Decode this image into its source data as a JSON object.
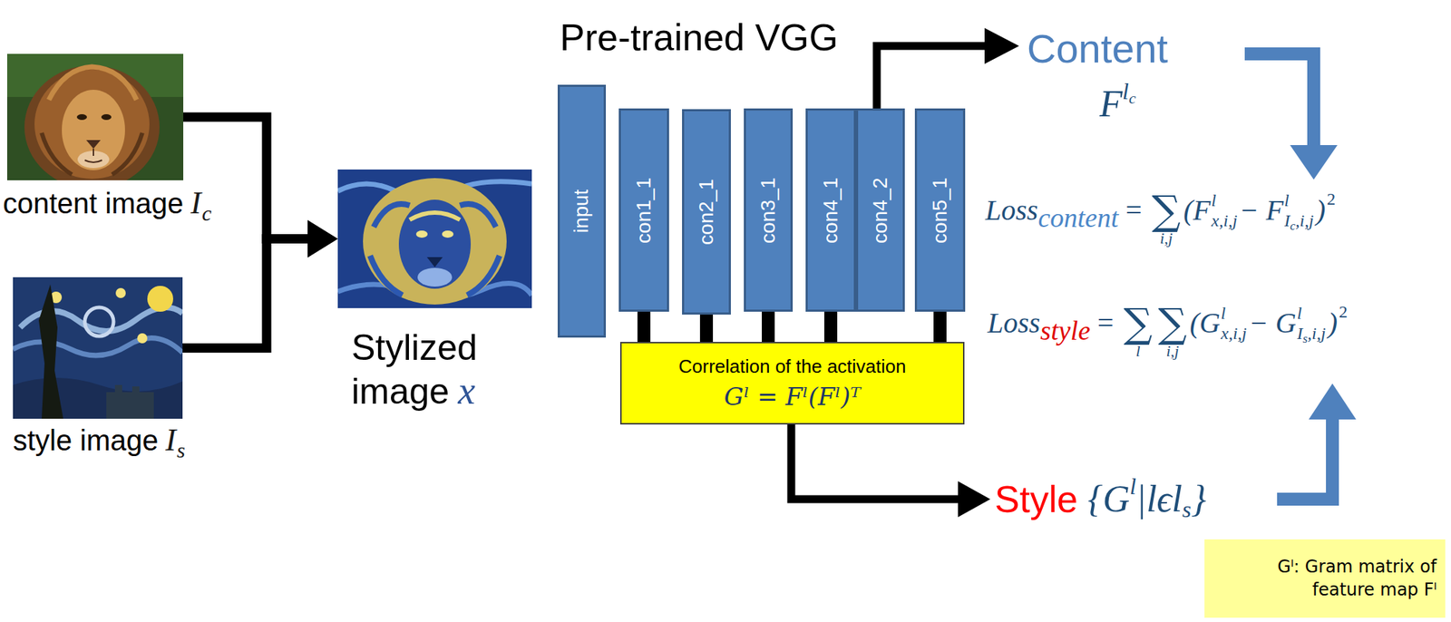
{
  "diagram": {
    "nodes": [
      {
        "text": [
          "content image",
          "I",
          "c"
        ]
      },
      {
        "text": [
          "style image",
          "I",
          "s"
        ]
      },
      {
        "text": [
          "Stylized image",
          "x"
        ]
      },
      {
        "text": [
          "input"
        ]
      },
      {
        "text": [
          "con1_1"
        ]
      },
      {
        "text": [
          "con2_1"
        ]
      },
      {
        "text": [
          "con3_1"
        ]
      },
      {
        "text": [
          "con4_1"
        ]
      },
      {
        "text": [
          "con4_2"
        ]
      },
      {
        "text": [
          "con5_1"
        ]
      },
      {
        "text": [
          "Correlation of the activation",
          "Gˡ = Fˡ(Fˡ)ᵀ"
        ]
      },
      {
        "text": [
          "Gˡ: Gram matrix of feature map Fˡ"
        ]
      }
    ],
    "edges": [
      {
        "from": 0,
        "to": 2,
        "arrow": "to"
      },
      {
        "from": 1,
        "to": 2,
        "arrow": "to"
      },
      {
        "from": 4,
        "to": 10,
        "arrow": "none"
      },
      {
        "from": 5,
        "to": 10,
        "arrow": "none"
      },
      {
        "from": 6,
        "to": 10,
        "arrow": "none"
      },
      {
        "from": 7,
        "to": 10,
        "arrow": "none"
      },
      {
        "from": 9,
        "to": 10,
        "arrow": "none"
      }
    ],
    "labels": [
      "Pre-trained VGG",
      "Content",
      "F",
      "l",
      "c",
      "Loss",
      "content",
      "=",
      "∑",
      "i,j",
      "(F",
      "l",
      "x,i,j",
      "− F",
      "l",
      "I",
      "c",
      ",i,j",
      ")",
      "2",
      "Loss",
      "style",
      "=",
      "∑",
      "l",
      "∑",
      "i,j",
      "(G",
      "l",
      "x,i,j",
      "− G",
      "l",
      "I",
      "s",
      ",i,j",
      ")",
      "2",
      "Style",
      "{G",
      "l",
      "|lϵl",
      "s",
      "}"
    ]
  }
}
